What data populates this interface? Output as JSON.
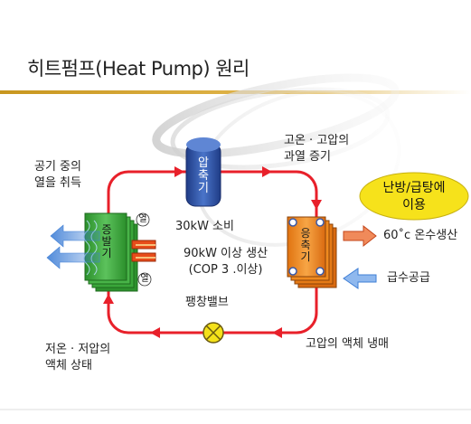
{
  "title": "히트펌프(Heat Pump) 원리",
  "labels": {
    "evaporator": "증발기",
    "compressor": "압축기",
    "condenser": "응축기",
    "heat_marker_top": "열",
    "heat_marker_bottom": "열",
    "air_heat_line1": "공기 중의",
    "air_heat_line2": "열을 취득",
    "high_temp_line1": "고온 · 고압의",
    "high_temp_line2": "과열 증기",
    "power_consumption": "30kW 소비",
    "production_line1": "90kW 이상 생산",
    "production_line2": "(COP 3 .이상)",
    "usage_line1": "난방/급탕에",
    "usage_line2": "이용",
    "hot_water": "60˚c 온수생산",
    "water_supply": "급수공급",
    "expansion_valve": "팽창밸브",
    "high_pressure_liquid": "고압의 액체 냉매",
    "low_temp_line1": "저온 · 저압의",
    "low_temp_line2": "액체 상태"
  },
  "colors": {
    "loop": "#e8202a",
    "compressor": "#2a4fa0",
    "evaporator": "#3aa63a",
    "condenser": "#f08a1c",
    "valve": "#f4e11a",
    "usage_bubble": "#f6e21b",
    "hot_arrow": "#e85a2a",
    "cold_arrow": "#3f7fd6",
    "title_rule": "#c8961e"
  }
}
